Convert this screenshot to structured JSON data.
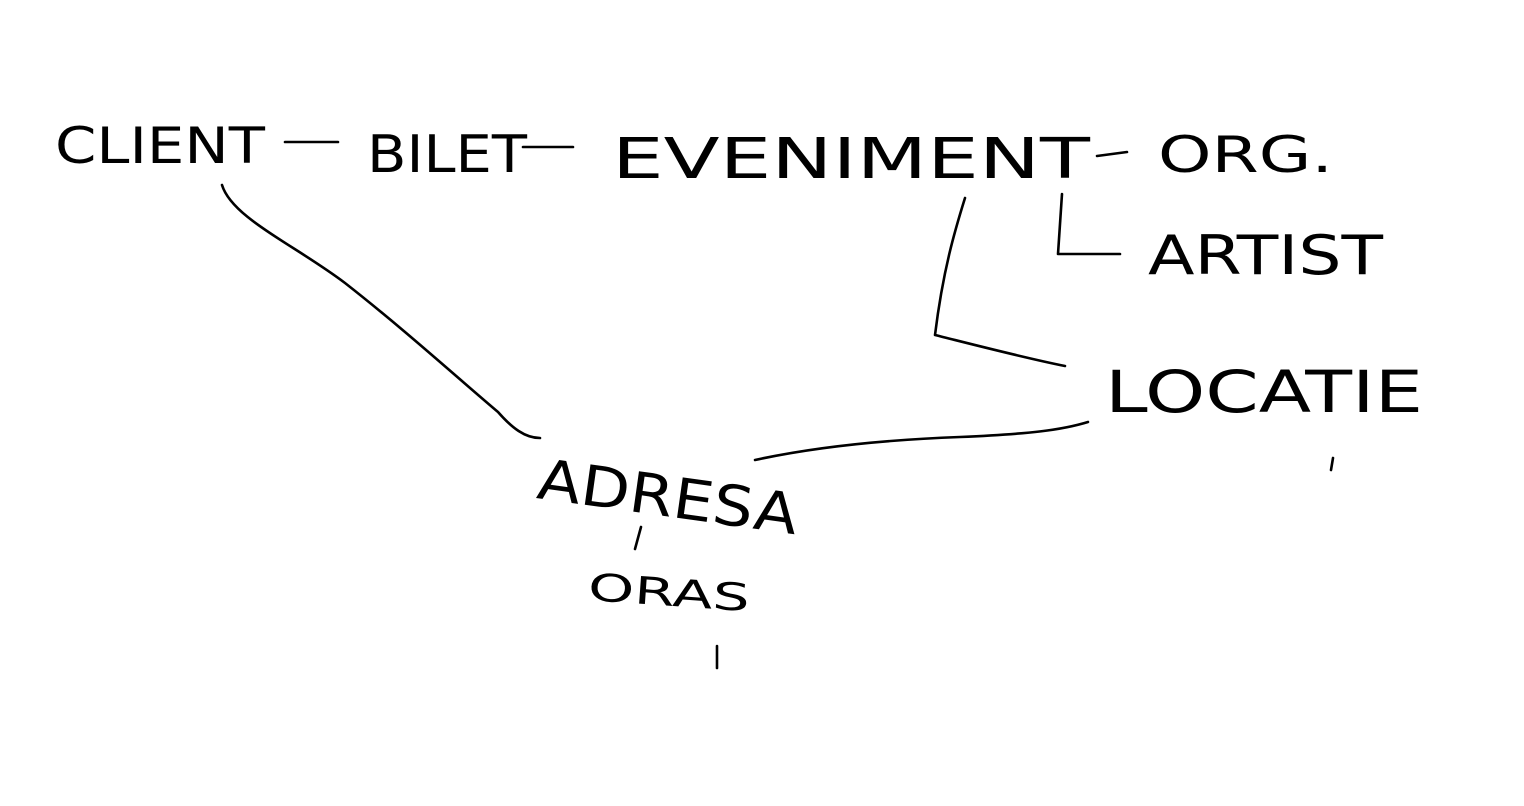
{
  "diagram": {
    "background": "#ffffff",
    "ink_color": "#000000",
    "nodes": {
      "client": "CLIENT",
      "bilet": "BILET",
      "eveniment": "EVENIMENT",
      "org": "ORG.",
      "artist": "ARTIST",
      "locatie": "LOCATIE",
      "adresa": "ADRESA",
      "oras": "ORAS"
    }
  }
}
